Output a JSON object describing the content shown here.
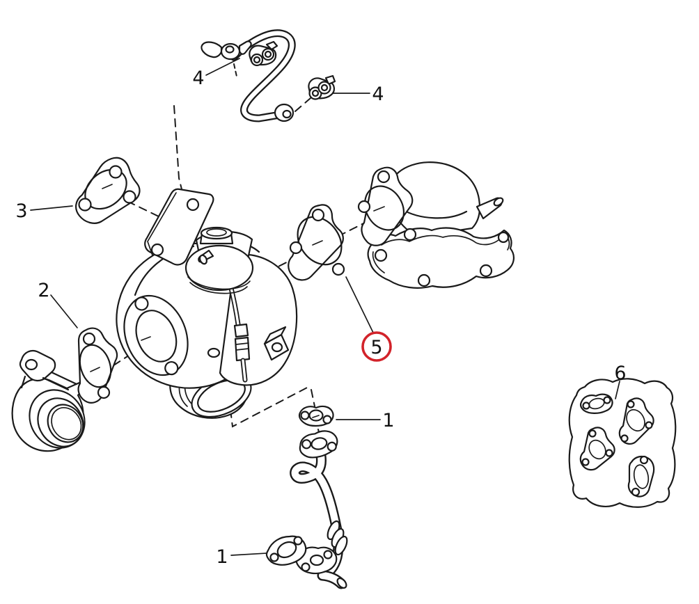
{
  "diagram": {
    "type": "exploded-parts-diagram",
    "background_color": "#ffffff",
    "line_color": "#1a1a1a",
    "highlight_color": "#d2232a",
    "callouts": [
      {
        "label": "4",
        "highlighted": false
      },
      {
        "label": "4",
        "highlighted": false
      },
      {
        "label": "3",
        "highlighted": false
      },
      {
        "label": "2",
        "highlighted": false
      },
      {
        "label": "5",
        "highlighted": true
      },
      {
        "label": "1",
        "highlighted": false
      },
      {
        "label": "1",
        "highlighted": false
      },
      {
        "label": "6",
        "highlighted": false
      }
    ]
  }
}
